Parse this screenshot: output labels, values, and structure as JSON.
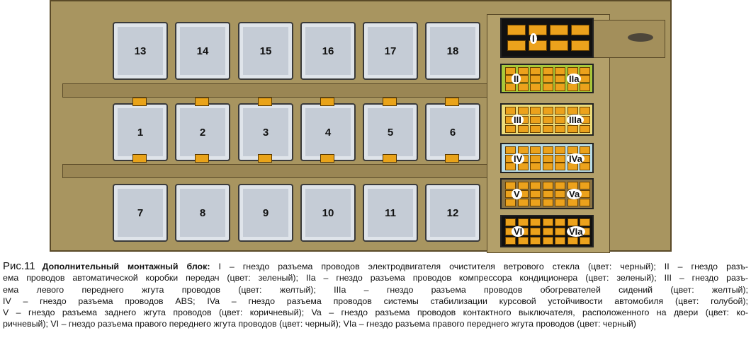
{
  "relays_top": [
    "13",
    "14",
    "15",
    "16",
    "17",
    "18"
  ],
  "relays_mid": [
    "1",
    "2",
    "3",
    "4",
    "5",
    "6"
  ],
  "relays_bot": [
    "7",
    "8",
    "9",
    "10",
    "11",
    "12"
  ],
  "connectors": [
    {
      "left": "I",
      "right": "",
      "color": "#111111"
    },
    {
      "left": "II",
      "right": "IIa",
      "color": "#a8c83a"
    },
    {
      "left": "III",
      "right": "IIIa",
      "color": "#ecdc7a"
    },
    {
      "left": "IV",
      "right": "IVa",
      "color": "#b9dce6"
    },
    {
      "left": "V",
      "right": "Va",
      "color": "#8a7446"
    },
    {
      "left": "VI",
      "right": "VIa",
      "color": "#111111"
    }
  ],
  "caption": {
    "fig": "Рис.11",
    "title": "Дополнительный монтажный блок:",
    "lines": [
      " I – гнездо разъема проводов электродвигателя очистителя ветрового стекла (цвет: черный); II – гнездо разъ-",
      "ема проводов автоматической коробки передач (цвет: зеленый); IIa – гнездо разъема проводов компрессора кондиционера (цвет: зеленый); III – гнездо разъ-",
      "ема левого переднего жгута проводов (цвет: желтый); IIIa – гнездо разъема проводов обогревателей сидений (цвет: желтый);",
      "IV – гнездо разъема проводов ABS; IVa – гнездо разъема проводов системы стабилизации курсовой устойчивости автомобиля (цвет: голубой);",
      "V – гнездо разъема заднего жгута проводов (цвет: коричневый); Va – гнездо разъема проводов контактного выключателя, расположенного на двери (цвет: ко-",
      "ричневый); VI – гнездо разъема правого переднего жгута проводов (цвет: черный); VIa – гнездо разъема правого переднего жгута проводов (цвет: черный)"
    ]
  }
}
